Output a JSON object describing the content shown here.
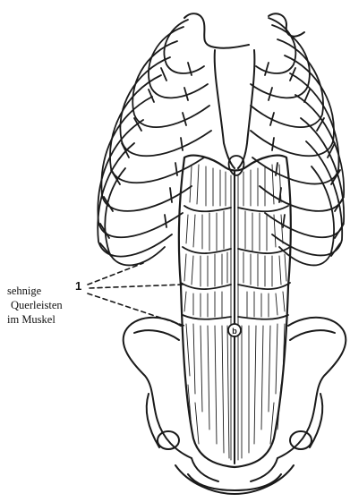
{
  "callout": {
    "number": "1",
    "line1": "sehnige",
    "line2": "Querleisten",
    "line3": "im Muskel"
  },
  "navel_marker": "b",
  "colors": {
    "ink": "#1a1a1a",
    "background": "#ffffff"
  }
}
